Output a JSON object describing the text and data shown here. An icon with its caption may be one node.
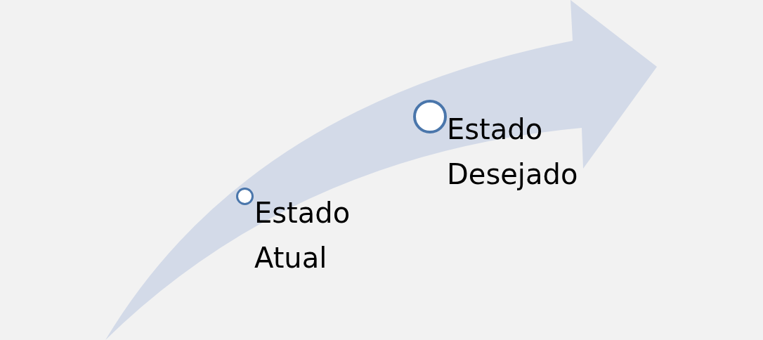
{
  "diagram": {
    "nodes": [
      {
        "text": [],
        "shape": "circle",
        "beside": [
          "Estado Atual"
        ]
      },
      {
        "text": [],
        "shape": "circle",
        "beside": [
          "Estado Desejado"
        ]
      }
    ]
  }
}
